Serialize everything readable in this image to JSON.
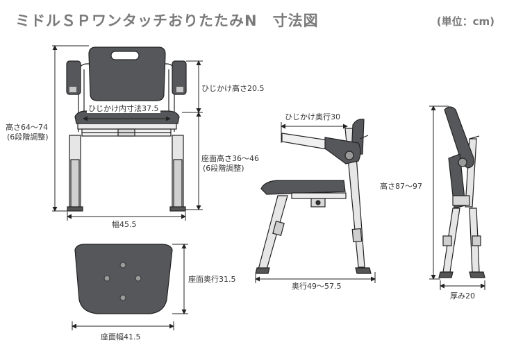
{
  "header": {
    "title": "ミドルＳＰワンタッチおりたたみN　寸法図",
    "unit": "(単位：cm)"
  },
  "front_view": {
    "armrest_height": "ひじかけ高さ20.5",
    "armrest_inner_width": "ひじかけ内寸法37.5",
    "total_height": "高さ64～74",
    "total_height_note": "(6段階調整)",
    "seat_height": "座面高さ36～46",
    "seat_height_note": "(6段階調整)",
    "width": "幅45.5"
  },
  "seat_view": {
    "seat_depth": "座面奥行31.5",
    "seat_width": "座面幅41.5"
  },
  "side_view": {
    "armrest_depth": "ひじかけ奥行30",
    "depth": "奥行49～57.5"
  },
  "folded_view": {
    "height": "高さ87～97",
    "thickness": "厚み20"
  },
  "colors": {
    "title": "#7a7a7a",
    "seat": "#55575a",
    "frame": "#d9d9d9",
    "line": "#222222"
  }
}
